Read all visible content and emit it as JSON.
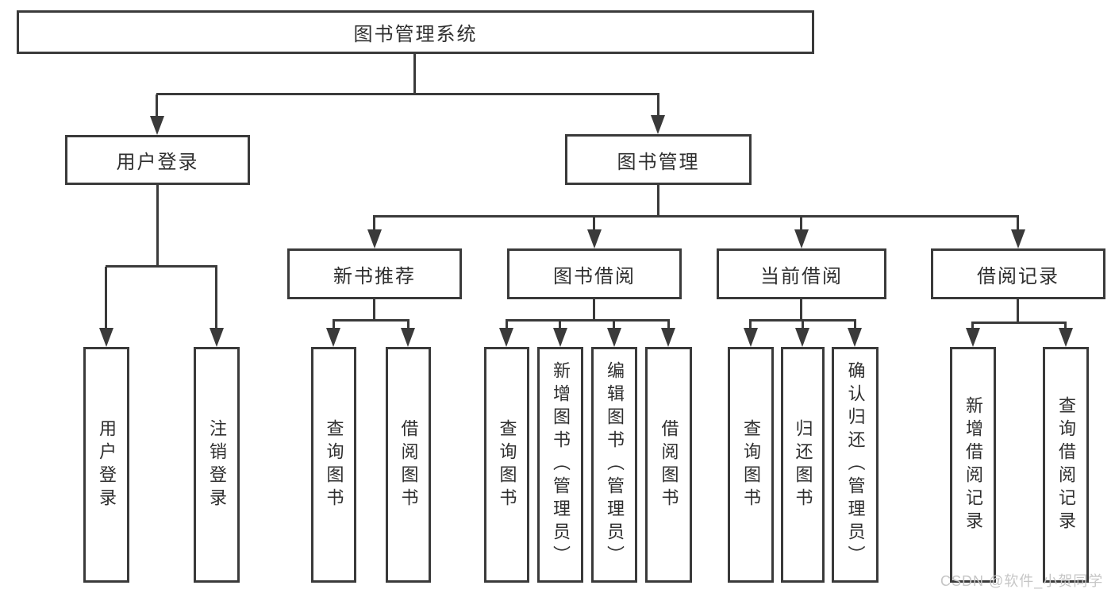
{
  "tree": {
    "label": "图书管理系统",
    "children": [
      {
        "label": "用户登录",
        "children": [
          {
            "label": "用户登录"
          },
          {
            "label": "注销登录"
          }
        ]
      },
      {
        "label": "图书管理",
        "children": [
          {
            "label": "新书推荐",
            "children": [
              {
                "label": "查询图书"
              },
              {
                "label": "借阅图书"
              }
            ]
          },
          {
            "label": "图书借阅",
            "children": [
              {
                "label": "查询图书"
              },
              {
                "label": "新增图书（管理员）"
              },
              {
                "label": "编辑图书（管理员）"
              },
              {
                "label": "借阅图书"
              }
            ]
          },
          {
            "label": "当前借阅",
            "children": [
              {
                "label": "查询图书"
              },
              {
                "label": "归还图书"
              },
              {
                "label": "确认归还（管理员）"
              }
            ]
          },
          {
            "label": "借阅记录",
            "children": [
              {
                "label": "新增借阅记录"
              },
              {
                "label": "查询借阅记录"
              }
            ]
          }
        ]
      }
    ]
  },
  "watermark": {
    "text": "CSDN @软件_小贺同学"
  },
  "colors": {
    "line": "#3a3a3a",
    "text": "#2f2f2f",
    "background": "#ffffff",
    "watermark": "#c6c6c6"
  }
}
